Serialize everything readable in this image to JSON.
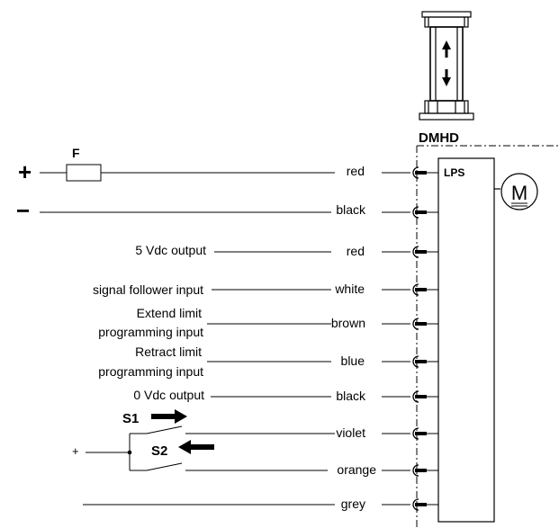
{
  "device": {
    "name": "DMHD",
    "board_label": "LPS",
    "motor_symbol": "M"
  },
  "power": {
    "plus_symbol": "+",
    "minus_symbol": "−",
    "fuse_label": "F"
  },
  "wires": [
    {
      "id": "plus",
      "color_name": "red"
    },
    {
      "id": "minus",
      "color_name": "black"
    },
    {
      "id": "5v",
      "color_name": "red"
    },
    {
      "id": "signal",
      "color_name": "white"
    },
    {
      "id": "extend",
      "color_name": "brown"
    },
    {
      "id": "retract",
      "color_name": "blue"
    },
    {
      "id": "0v",
      "color_name": "black"
    },
    {
      "id": "s1",
      "color_name": "violet"
    },
    {
      "id": "s2",
      "color_name": "orange"
    },
    {
      "id": "grey",
      "color_name": "grey"
    }
  ],
  "functions": {
    "out_5v": "5 Vdc output",
    "signal_follower": "signal follower input",
    "extend_line1": "Extend limit",
    "extend_line2": "programming input",
    "retract_line1": "Retract limit",
    "retract_line2": "programming input",
    "out_0v": "0 Vdc  output"
  },
  "switches": {
    "s1_label": "S1",
    "s2_label": "S2",
    "common_plus": "+"
  }
}
